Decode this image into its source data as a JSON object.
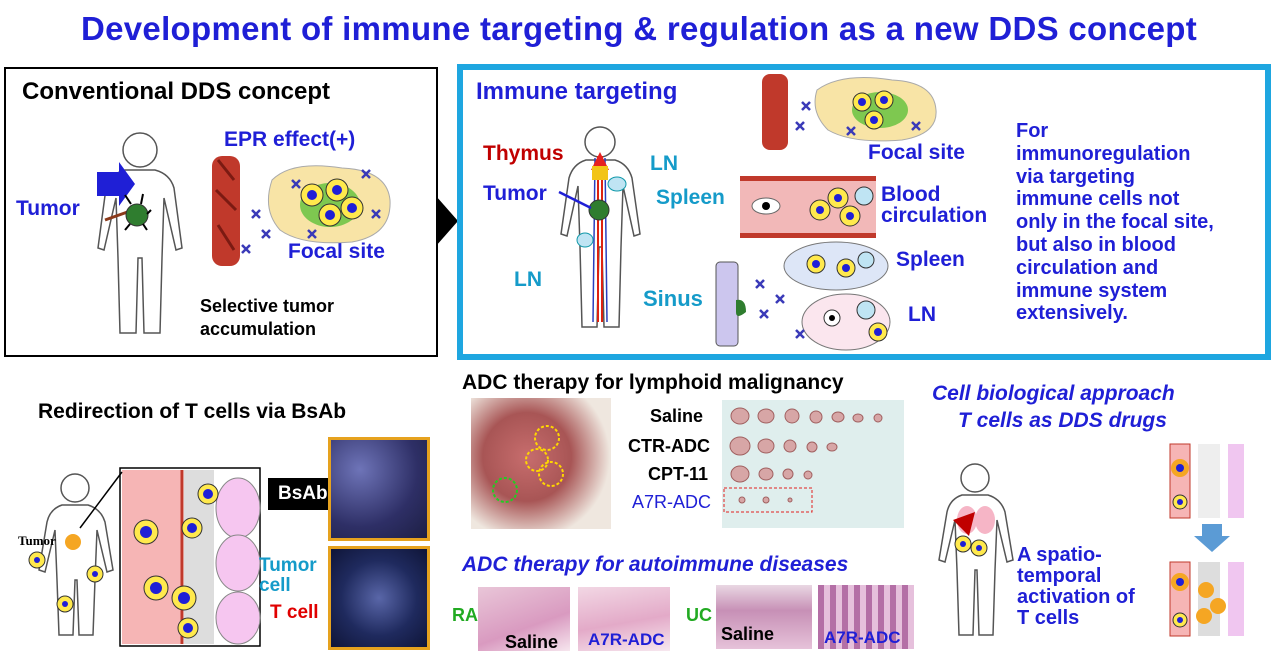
{
  "title": "Development of immune targeting & regulation as a new DDS concept",
  "conventional": {
    "heading": "Conventional DDS concept",
    "epr": "EPR effect(+)",
    "tumor": "Tumor",
    "focal_site": "Focal site",
    "selective_1": "Selective tumor",
    "selective_2": "accumulation"
  },
  "immune": {
    "heading": "Immune targeting",
    "thymus": "Thymus",
    "ln_top": "LN",
    "tumor": "Tumor",
    "spleen_left": "Spleen",
    "ln_bottom": "LN",
    "sinus": "Sinus",
    "focal_site": "Focal site",
    "blood_1": "Blood",
    "blood_2": "circulation",
    "spleen_right": "Spleen",
    "ln_right": "LN",
    "description": [
      "For",
      "immunoregulation",
      "via targeting",
      "immune cells not",
      "only in the focal site,",
      "but also in blood",
      "circulation and",
      "immune system",
      "extensively."
    ]
  },
  "redirection": {
    "heading": "Redirection of T cells via BsAb",
    "tumor": "Tumor",
    "bsab": "BsAb",
    "tumor_cell_1": "Tumor",
    "tumor_cell_2": "cell",
    "t_cell": "T cell"
  },
  "adc": {
    "heading": "ADC therapy for lymphoid malignancy",
    "rows": [
      "Saline",
      "CTR-ADC",
      "CPT-11",
      "A7R-ADC"
    ]
  },
  "autoimmune": {
    "heading": "ADC therapy for autoimmune diseases",
    "ra": "RA",
    "uc": "UC",
    "saline_1": "Saline",
    "a7r_1": "A7R-ADC",
    "saline_2": "Saline",
    "a7r_2": "A7R-ADC"
  },
  "cellbio": {
    "heading_1": "Cell biological  approach",
    "heading_2": "T cells as DDS drugs",
    "spatio": [
      "A spatio-",
      "temporal",
      "activation of",
      "T cells"
    ]
  }
}
